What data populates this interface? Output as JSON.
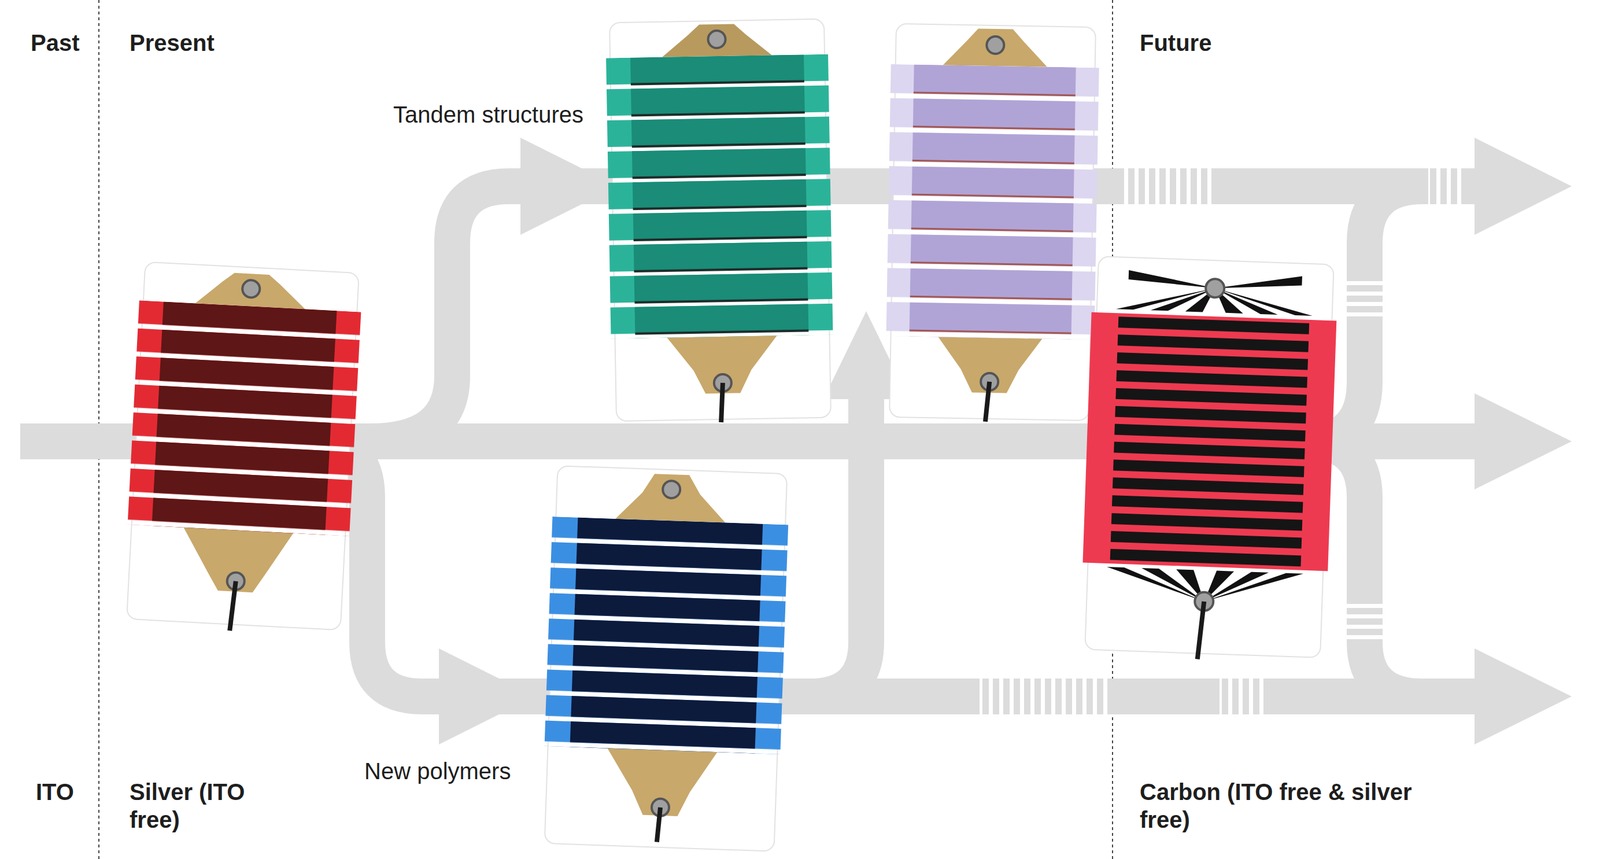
{
  "diagram": {
    "labels": [
      "Past",
      "Present",
      "Future",
      "Tandem structures",
      "New polymers",
      "ITO",
      "Silver (ITO free)",
      "Carbon (ITO free & silver free)"
    ]
  }
}
